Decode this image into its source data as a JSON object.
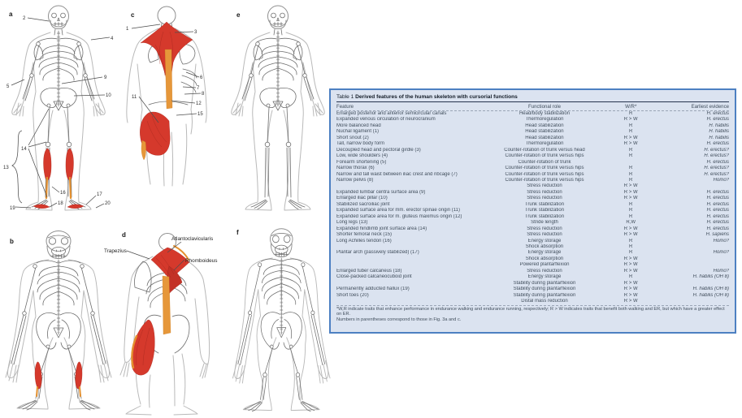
{
  "figure": {
    "panel_letters": {
      "a": "a",
      "b": "b",
      "c": "c",
      "d": "d",
      "e": "e",
      "f": "f"
    },
    "callouts_a": [
      "2",
      "4",
      "5",
      "9",
      "10",
      "13",
      "14",
      "16",
      "17",
      "18",
      "19",
      "20"
    ],
    "callouts_c": [
      "1",
      "3",
      "6",
      "7",
      "8",
      "11",
      "12",
      "15"
    ],
    "muscle_labels_d": {
      "trapezius": "Trapezius",
      "atlantoclavicularis": "Atlantoclavicularis",
      "rhomboideus": "Rhomboideus"
    },
    "colors": {
      "muscle_red": "#d5392c",
      "tendon_orange": "#e6973a",
      "bone_gray": "#6e6e6e"
    }
  },
  "table": {
    "title_prefix": "Table 1",
    "title_bold": "Derived features of the human skeleton with cursorial functions",
    "columns": [
      "Feature",
      "Functional role",
      "W/R*",
      "Earliest evidence"
    ],
    "rows": [
      [
        "Enlarged posterior and anterior semicircular canals",
        "Head/body stabilization",
        "R",
        "H. erectus"
      ],
      [
        "Expanded venous circulation of neurocranium",
        "Thermoregulation",
        "R > W",
        "H. erectus"
      ],
      [
        "More balanced head",
        "Head stabilization",
        "R",
        "H. habilis"
      ],
      [
        "Nuchal ligament (1)",
        "Head stabilization",
        "R",
        "H. habilis"
      ],
      [
        "Short snout (2)",
        "Head stabilization",
        "R > W",
        "H. habilis"
      ],
      [
        "Tall, narrow body form",
        "Thermoregulation",
        "R > W",
        "H. erectus"
      ],
      [
        "Decoupled head and pectoral girdle (3)",
        "Counter-rotation of trunk versus head",
        "R",
        "H. erectus?"
      ],
      [
        "Low, wide shoulders (4)",
        "Counter-rotation of trunk versus hips",
        "R",
        "H. erectus?"
      ],
      [
        "Forearm shortening (5)",
        "Counter-rotation of trunk",
        "",
        "H. erectus"
      ],
      [
        "Narrow thorax (6)",
        "Counter-rotation of trunk versus hips",
        "R",
        "H. erectus?"
      ],
      [
        "Narrow and tall waist between iliac crest and ribcage (7)",
        "Counter-rotation of trunk versus hips",
        "R",
        "H. erectus?"
      ],
      [
        "Narrow pelvis (8)",
        "Counter-rotation of trunk versus hips",
        "R",
        "Homo?"
      ],
      [
        "",
        "Stress reduction",
        "R > W",
        ""
      ],
      [
        "Expanded lumbar centra surface area (9)",
        "Stress reduction",
        "R > W",
        "H. erectus"
      ],
      [
        "Enlarged iliac pillar (10)",
        "Stress reduction",
        "R > W",
        "H. erectus"
      ],
      [
        "Stabilized sacroiliac joint",
        "Trunk stabilization",
        "R",
        "H. erectus"
      ],
      [
        "Expanded surface area for mm. erector spinae origin (11)",
        "Trunk stabilization",
        "R",
        "H. erectus"
      ],
      [
        "Expanded surface area for m. gluteus maximus origin (12)",
        "Trunk stabilization",
        "R",
        "H. erectus"
      ],
      [
        "Long legs (13)",
        "Stride length",
        "R,W",
        "H. erectus"
      ],
      [
        "Expanded hindlimb joint surface area (14)",
        "Stress reduction",
        "R > W",
        "H. erectus"
      ],
      [
        "Shorter femoral neck (15)",
        "Stress reduction",
        "R > W",
        "H. sapiens"
      ],
      [
        "Long Achilles tendon (16)",
        "Energy storage",
        "R",
        "Homo?"
      ],
      [
        "",
        "Shock absorption",
        "R",
        ""
      ],
      [
        "Plantar arch (passively stabilized) (17)",
        "Energy storage",
        "R",
        "Homo?"
      ],
      [
        "",
        "Shock absorption",
        "R > W",
        ""
      ],
      [
        "",
        "Powered plantarflexion",
        "R > W",
        ""
      ],
      [
        "Enlarged tuber calcaneus (18)",
        "Stress reduction",
        "R > W",
        "Homo?"
      ],
      [
        "Close-packed calcaneocuboid joint",
        "Energy storage",
        "R",
        "H. habilis (OH 8)"
      ],
      [
        "",
        "Stability during plantarflexion",
        "R > W",
        ""
      ],
      [
        "Permanently adducted hallux (19)",
        "Stability during plantarflexion",
        "R > W",
        "H. habilis (OH 8)"
      ],
      [
        "Short toes (20)",
        "Stability during plantarflexion",
        "R > W",
        "H. habilis (OH 8)"
      ],
      [
        "",
        "Distal mass reduction",
        "R > W",
        ""
      ]
    ],
    "footnote_line1": "*W,R indicate traits that enhance performance in endurance walking and endurance running, respectively; R > W indicates traits that benefit both walking and ER, but which have a greater effect on ER.",
    "footnote_line2": "Numbers in parentheses correspond to those in Fig. 3a and c.",
    "colors": {
      "background": "#dbe3f0",
      "border": "#4d80c2",
      "text": "#414e5c"
    }
  }
}
